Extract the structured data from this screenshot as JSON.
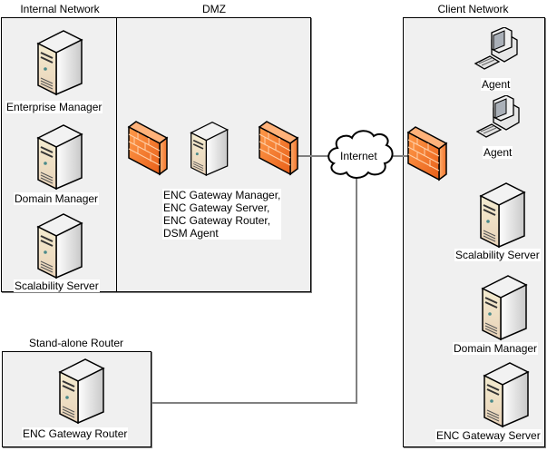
{
  "zones": {
    "internal": {
      "title": "Internal Network"
    },
    "dmz": {
      "title": "DMZ"
    },
    "client": {
      "title": "Client Network"
    },
    "standalone": {
      "title": "Stand-alone Router"
    }
  },
  "nodes": {
    "internal_enterprise_manager": "Enterprise Manager",
    "internal_domain_manager": "Domain Manager",
    "internal_scalability_server": "Scalability Server",
    "dmz_gateway": [
      "ENC Gateway Manager,",
      "ENC Gateway Server,",
      "ENC Gateway Router,",
      "DSM Agent"
    ],
    "internet": "Internet",
    "client_agent_1": "Agent",
    "client_agent_2": "Agent",
    "client_scalability_server": "Scalability Server",
    "client_domain_manager": "Domain Manager",
    "client_gateway_server": "ENC Gateway Server",
    "standalone_router": "ENC Gateway Router"
  },
  "colors": {
    "zone_fill": "#f0f0f0",
    "firewall": "#f07a30",
    "connector": "#808080"
  }
}
